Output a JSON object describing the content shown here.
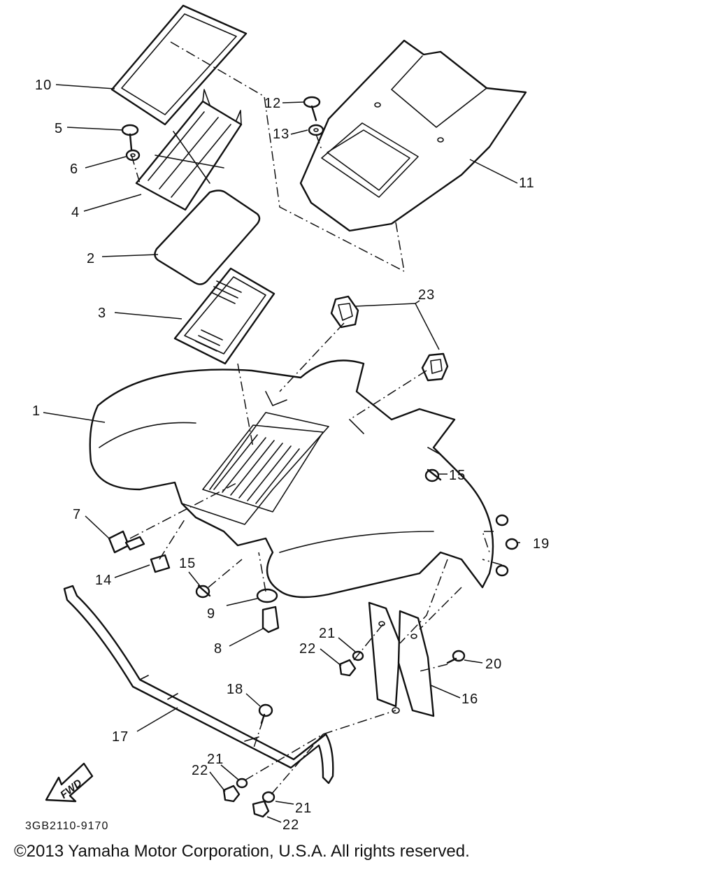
{
  "diagram": {
    "callouts": [
      {
        "id": "p10",
        "label": "10"
      },
      {
        "id": "p5",
        "label": "5"
      },
      {
        "id": "p6",
        "label": "6"
      },
      {
        "id": "p4",
        "label": "4"
      },
      {
        "id": "p2",
        "label": "2"
      },
      {
        "id": "p3",
        "label": "3"
      },
      {
        "id": "p1",
        "label": "1"
      },
      {
        "id": "p12",
        "label": "12"
      },
      {
        "id": "p13",
        "label": "13"
      },
      {
        "id": "p11",
        "label": "11"
      },
      {
        "id": "p23",
        "label": "23"
      },
      {
        "id": "p15a",
        "label": "15"
      },
      {
        "id": "p7",
        "label": "7"
      },
      {
        "id": "p14",
        "label": "14"
      },
      {
        "id": "p15b",
        "label": "15"
      },
      {
        "id": "p9",
        "label": "9"
      },
      {
        "id": "p8",
        "label": "8"
      },
      {
        "id": "p19",
        "label": "19"
      },
      {
        "id": "p21a",
        "label": "21"
      },
      {
        "id": "p22a",
        "label": "22"
      },
      {
        "id": "p20",
        "label": "20"
      },
      {
        "id": "p16",
        "label": "16"
      },
      {
        "id": "p18",
        "label": "18"
      },
      {
        "id": "p17",
        "label": "17"
      },
      {
        "id": "p21b",
        "label": "21"
      },
      {
        "id": "p22b",
        "label": "22"
      },
      {
        "id": "p21c",
        "label": "21"
      },
      {
        "id": "p22c",
        "label": "22"
      }
    ],
    "fwd_label": "FWD",
    "drawing_code": "3GB2110-9170"
  },
  "footer": {
    "copyright": "©2013 Yamaha Motor Corporation, U.S.A. All rights reserved."
  }
}
